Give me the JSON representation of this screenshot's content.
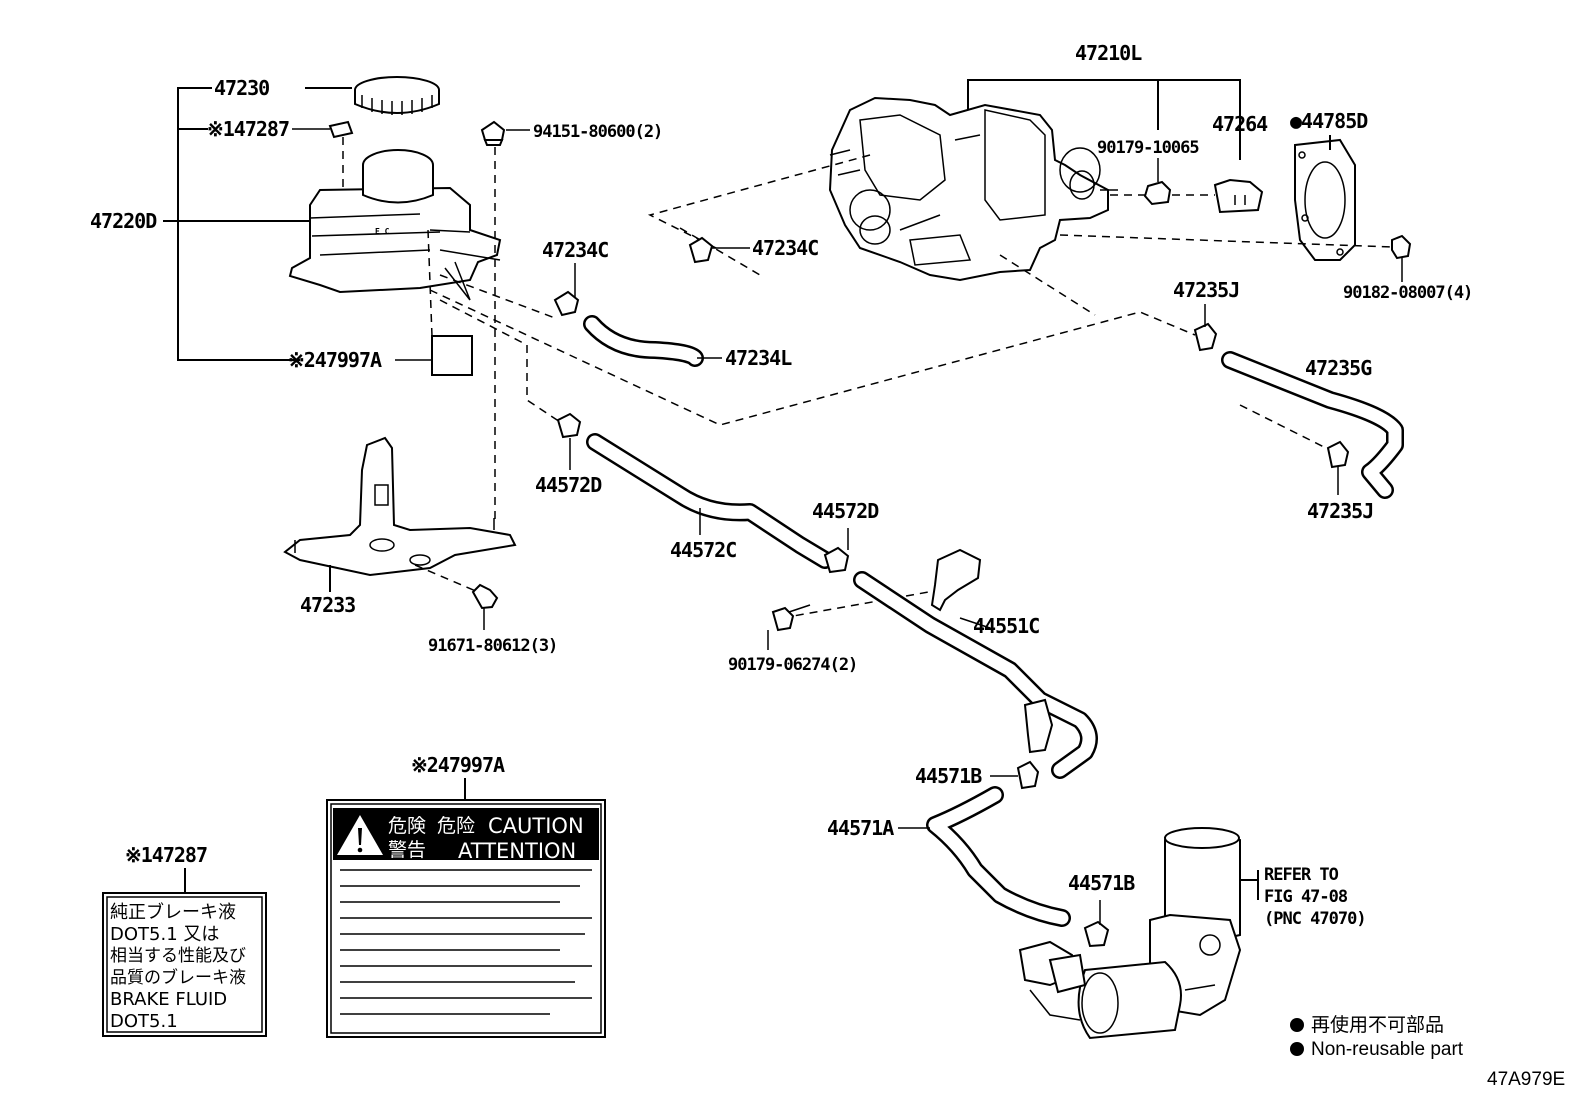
{
  "callouts": {
    "p47230": "47230",
    "p47287_top": "※147287",
    "p47220D": "47220D",
    "p94151": "94151-80600(2)",
    "p47997A_top": "※247997A",
    "p47234C_a": "47234C",
    "p47234C_b": "47234C",
    "p47234L": "47234L",
    "p47210L": "47210L",
    "p90179_10065": "90179-10065",
    "p47264": "47264",
    "p44785D": "●44785D",
    "p90182": "90182-08007(4)",
    "p47235J_a": "47235J",
    "p47235G": "47235G",
    "p47235J_b": "47235J",
    "p44572D_a": "44572D",
    "p44572C": "44572C",
    "p44572D_b": "44572D",
    "p47233": "47233",
    "p91671": "91671-80612(3)",
    "p90179_06274": "90179-06274(2)",
    "p44551C": "44551C",
    "p44571B_a": "44571B",
    "p44571A": "44571A",
    "p44571B_b": "44571B",
    "p47997A_bottom": "※247997A",
    "p47287_bottom": "※147287",
    "refer_1": "REFER TO",
    "refer_2": "FIG 47-08",
    "refer_3": "(PNC 47070)"
  },
  "label_47287": {
    "lines": [
      "純正ブレーキ液",
      "DOT5.1 又は",
      "相当する性能及び",
      "品質のブレーキ液",
      "BRAKE FLUID",
      "DOT5.1"
    ]
  },
  "label_47997A": {
    "jp_1": "危険",
    "jp_2": "危险",
    "en_1": "CAUTION",
    "jp_3": "警告",
    "en_2": "ATTENTION"
  },
  "legend": {
    "jp": "再使用不可部品",
    "en": "Non-reusable part"
  },
  "figure_id": "47A979E"
}
